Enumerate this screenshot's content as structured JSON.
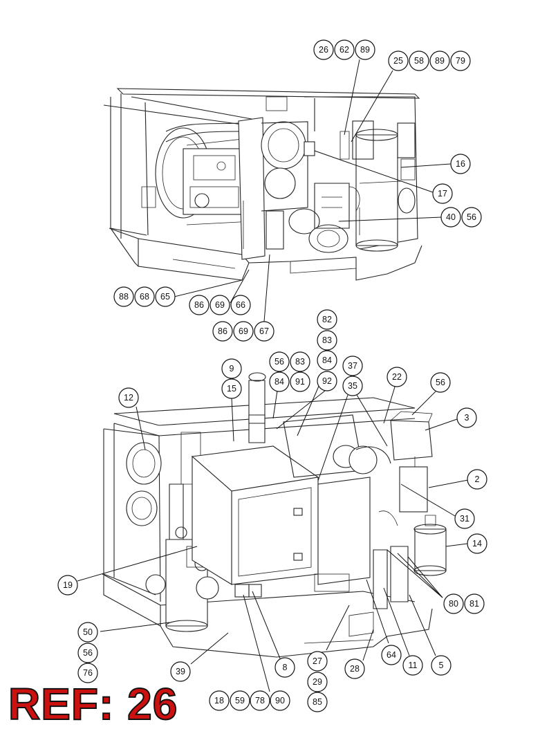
{
  "ref_label": "REF: 26",
  "callouts": [
    "26",
    "62",
    "89",
    "25",
    "58",
    "89",
    "79",
    "16",
    "17",
    "40",
    "56",
    "88",
    "68",
    "65",
    "86",
    "69",
    "66",
    "86",
    "69",
    "67",
    "82",
    "83",
    "84",
    "9",
    "15",
    "56",
    "83",
    "84",
    "91",
    "92",
    "37",
    "35",
    "22",
    "56",
    "3",
    "12",
    "2",
    "31",
    "14",
    "19",
    "80",
    "81",
    "50",
    "56",
    "76",
    "39",
    "8",
    "27",
    "29",
    "85",
    "28",
    "64",
    "11",
    "5",
    "18",
    "59",
    "78",
    "90"
  ]
}
